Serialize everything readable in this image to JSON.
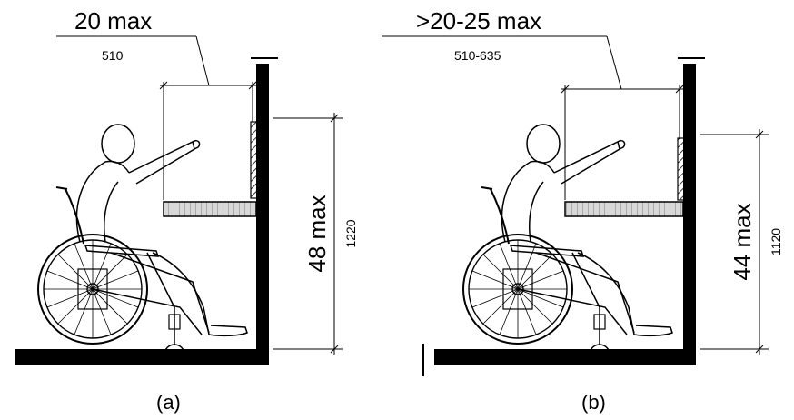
{
  "figure": {
    "panels": [
      {
        "id": "a",
        "reach_label": "20 max",
        "reach_metric": "510",
        "height_label": "48 max",
        "height_metric": "1220",
        "caption": "(a)"
      },
      {
        "id": "b",
        "reach_label": ">20-25 max",
        "reach_metric": "510-635",
        "height_label": "44 max",
        "height_metric": "1120",
        "caption": "(b)"
      }
    ]
  }
}
